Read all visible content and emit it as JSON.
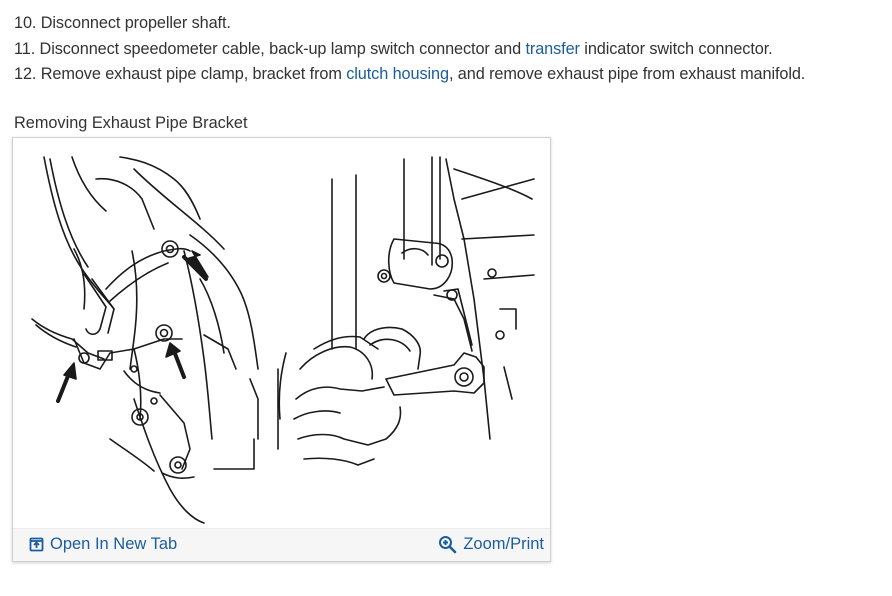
{
  "steps": [
    {
      "parts": [
        {
          "text": "10. Disconnect propeller shaft."
        }
      ]
    },
    {
      "parts": [
        {
          "text": "11. Disconnect speedometer cable, back-up lamp switch connector and "
        },
        {
          "text": "transfer",
          "link": true
        },
        {
          "text": " indicator switch connector."
        }
      ]
    },
    {
      "parts": [
        {
          "text": "12. Remove exhaust pipe clamp, bracket from "
        },
        {
          "text": "clutch housing",
          "link": true
        },
        {
          "text": ", and remove exhaust pipe from exhaust manifold."
        }
      ]
    }
  ],
  "figure": {
    "caption": "Removing Exhaust Pipe Bracket",
    "open_tab_label": "Open In New Tab",
    "zoom_label": "Zoom/Print",
    "open_tab_icon": "open-in-new-tab-icon",
    "zoom_icon": "magnifier-plus-icon"
  },
  "colors": {
    "text": "#333333",
    "link": "#1b5d9e",
    "footer_bg": "#f6f6f6"
  }
}
